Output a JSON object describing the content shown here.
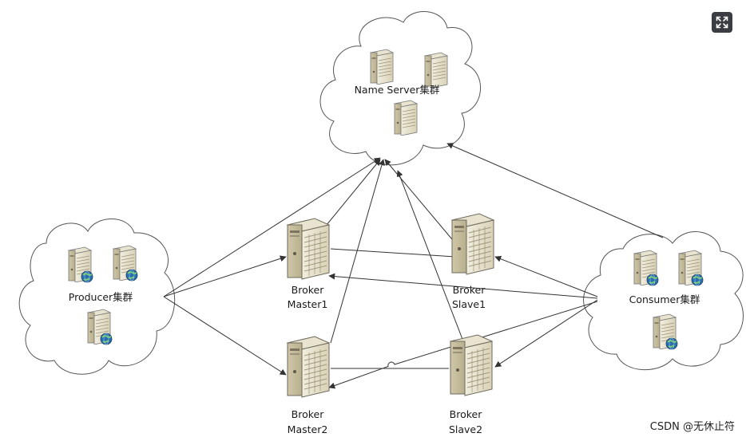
{
  "toolbar": {
    "expand_icon": "expand-icon"
  },
  "clusters": {
    "name_server": {
      "label": "Name Server集群"
    },
    "producer": {
      "label": "Producer集群"
    },
    "consumer": {
      "label": "Consumer集群"
    }
  },
  "brokers": {
    "master1": {
      "line1": "Broker",
      "line2": "Master1"
    },
    "slave1": {
      "line1": "Broker",
      "line2": "Slave1"
    },
    "master2": {
      "line1": "Broker",
      "line2": "Master2"
    },
    "slave2": {
      "line1": "Broker",
      "line2": "Slave2"
    }
  },
  "watermark": "CSDN @无休止符",
  "colors": {
    "line": "#333333",
    "cloud_stroke": "#555555",
    "server_body": "#e8e2cc",
    "globe": "#2a6fb0"
  }
}
